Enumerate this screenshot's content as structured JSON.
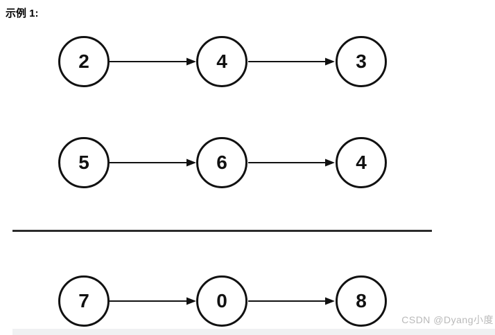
{
  "page": {
    "example_label": "示例 1:",
    "watermark": "CSDN @Dyang小度"
  },
  "diagram": {
    "type": "linked-list",
    "lists": [
      {
        "id": "input-list-1",
        "nodes": [
          "2",
          "4",
          "3"
        ]
      },
      {
        "id": "input-list-2",
        "nodes": [
          "5",
          "6",
          "4"
        ]
      },
      {
        "id": "result-list",
        "nodes": [
          "7",
          "0",
          "8"
        ]
      }
    ],
    "divider_present": true,
    "colors": {
      "background": "#ffffff",
      "node_fill": "#ffffff",
      "node_border": "#111111",
      "node_text": "#111111",
      "arrow": "#111111",
      "divider": "#2b2b2b",
      "watermark_text": "#b9b9b9",
      "bottom_strip": "#f0f1f2"
    }
  }
}
